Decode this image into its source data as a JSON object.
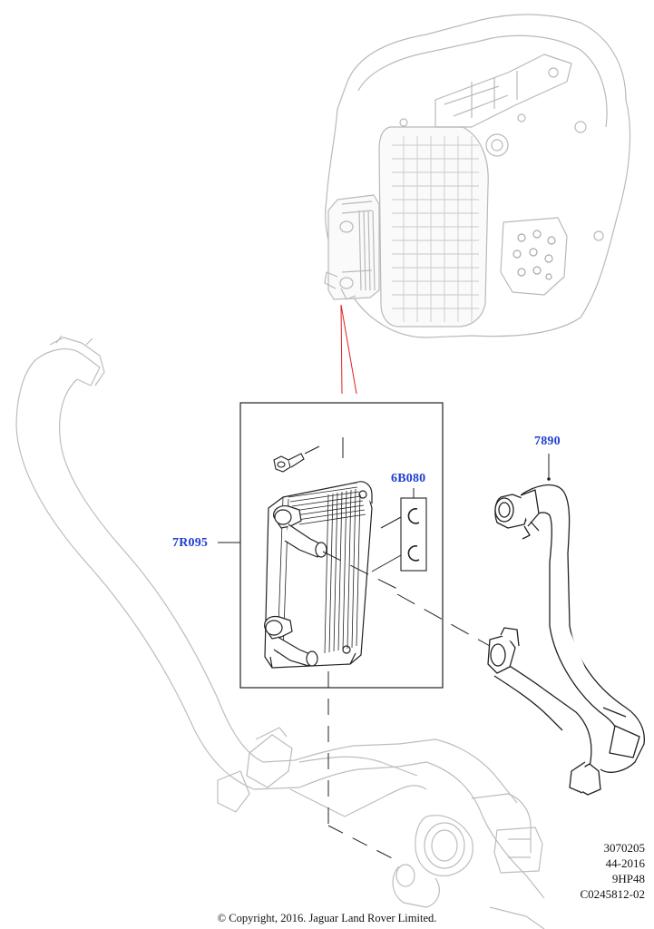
{
  "callouts": {
    "cooler": "7R095",
    "seals": "6B080",
    "tube": "7890"
  },
  "reference": {
    "line1": "3070205",
    "line2": "44-2016",
    "line3": "9HP48",
    "line4": "C0245812-02"
  },
  "copyright": "© Copyright, 2016. Jaguar Land Rover Limited."
}
